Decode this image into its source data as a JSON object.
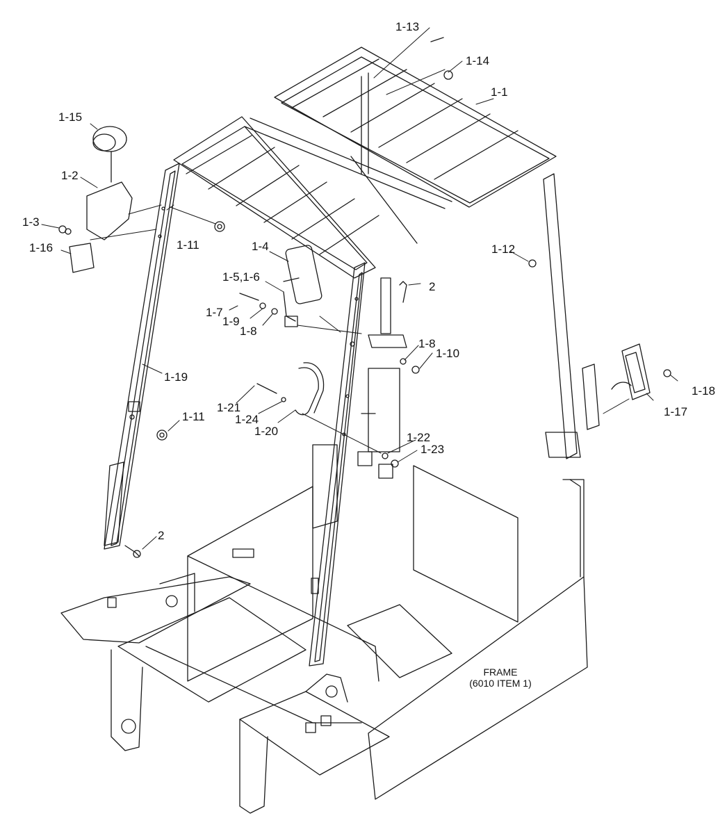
{
  "callouts": {
    "c1_13": "1-13",
    "c1_14": "1-14",
    "c1_1": "1-1",
    "c1_15": "1-15",
    "c1_2": "1-2",
    "c1_3": "1-3",
    "c1_16": "1-16",
    "c1_11_top": "1-11",
    "c1_4": "1-4",
    "c1_12": "1-12",
    "c1_5_6": "1-5,1-6",
    "c2_top": "2",
    "c1_7": "1-7",
    "c1_9": "1-9",
    "c1_8_left": "1-8",
    "c1_8_right": "1-8",
    "c1_10": "1-10",
    "c1_19": "1-19",
    "c1_18": "1-18",
    "c1_21": "1-21",
    "c1_17": "1-17",
    "c1_11_bottom": "1-11",
    "c1_24": "1-24",
    "c1_20": "1-20",
    "c1_22": "1-22",
    "c1_23": "1-23",
    "c2_bottom": "2"
  },
  "frame_note": {
    "line1": "FRAME",
    "line2": "(6010 ITEM 1)"
  }
}
